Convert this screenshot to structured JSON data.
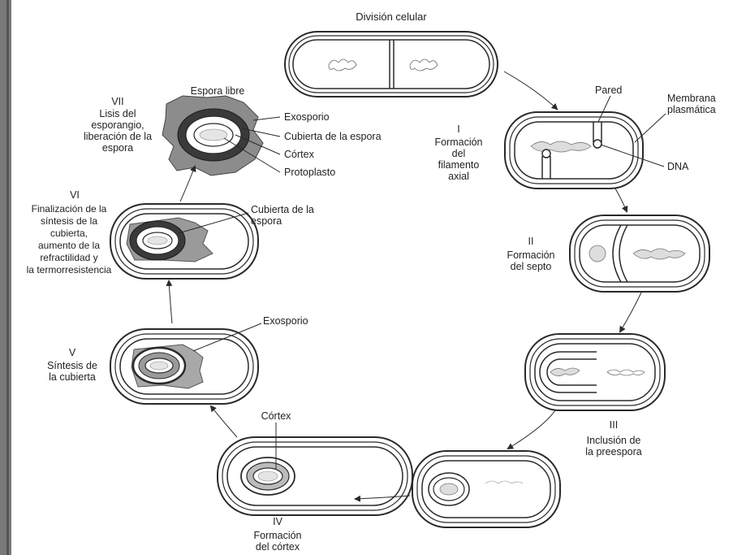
{
  "diagram": {
    "top_title": "División celular",
    "stages": {
      "I": {
        "numeral": "I",
        "text": "Formación\ndel\nfilamento\naxial"
      },
      "II": {
        "numeral": "II",
        "text": "Formación\ndel septo"
      },
      "III": {
        "numeral": "III",
        "text": "Inclusión de\nla preespora"
      },
      "IV": {
        "numeral": "IV",
        "text": "Formación\ndel córtex"
      },
      "V": {
        "numeral": "V",
        "text": "Síntesis de\nla cubierta"
      },
      "VI": {
        "numeral": "VI",
        "text": "Finalización de la\nsíntesis de la\ncubierta,\naumento de la\nrefractilidad y\nla termorresistencia"
      },
      "VII": {
        "numeral": "VII",
        "text": "Lisis del\nesporangio,\nliberación de la\nespora"
      }
    },
    "labels": {
      "pared": "Pared",
      "membrana": "Membrana\nplasmática",
      "dna": "DNA",
      "espora_libre": "Espora libre",
      "exosporio_top": "Exosporio",
      "cubierta_top": "Cubierta de la espora",
      "cortex_top": "Córtex",
      "protoplasto": "Protoplasto",
      "cubierta_vi": "Cubierta de la\nespora",
      "exosporio_v": "Exosporio",
      "cortex_iv": "Córtex"
    },
    "colors": {
      "line": "#2a2a2a",
      "spore_gray": "#8c8c8c",
      "spore_dark": "#3a3a3a",
      "cytoplasm": "#ffffff"
    }
  }
}
